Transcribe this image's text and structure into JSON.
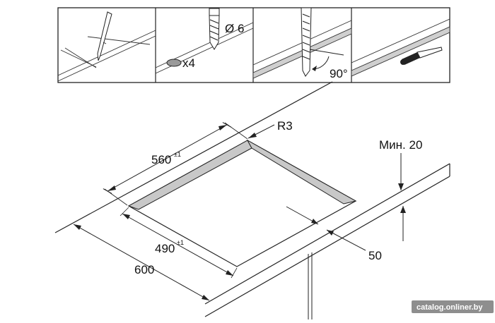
{
  "step_panels": {
    "drill_diameter": "Ø 6",
    "hole_count": "x4",
    "saw_angle": "90°"
  },
  "dimensions": {
    "corner_radius": "R3",
    "cutout_width": "560",
    "cutout_width_tol": "±1",
    "cutout_depth": "490",
    "cutout_depth_tol": "±1",
    "worktop_depth": "600",
    "edge_offset": "50",
    "min_gap": "Мин. 20"
  },
  "watermark": "catalog.onliner.by"
}
